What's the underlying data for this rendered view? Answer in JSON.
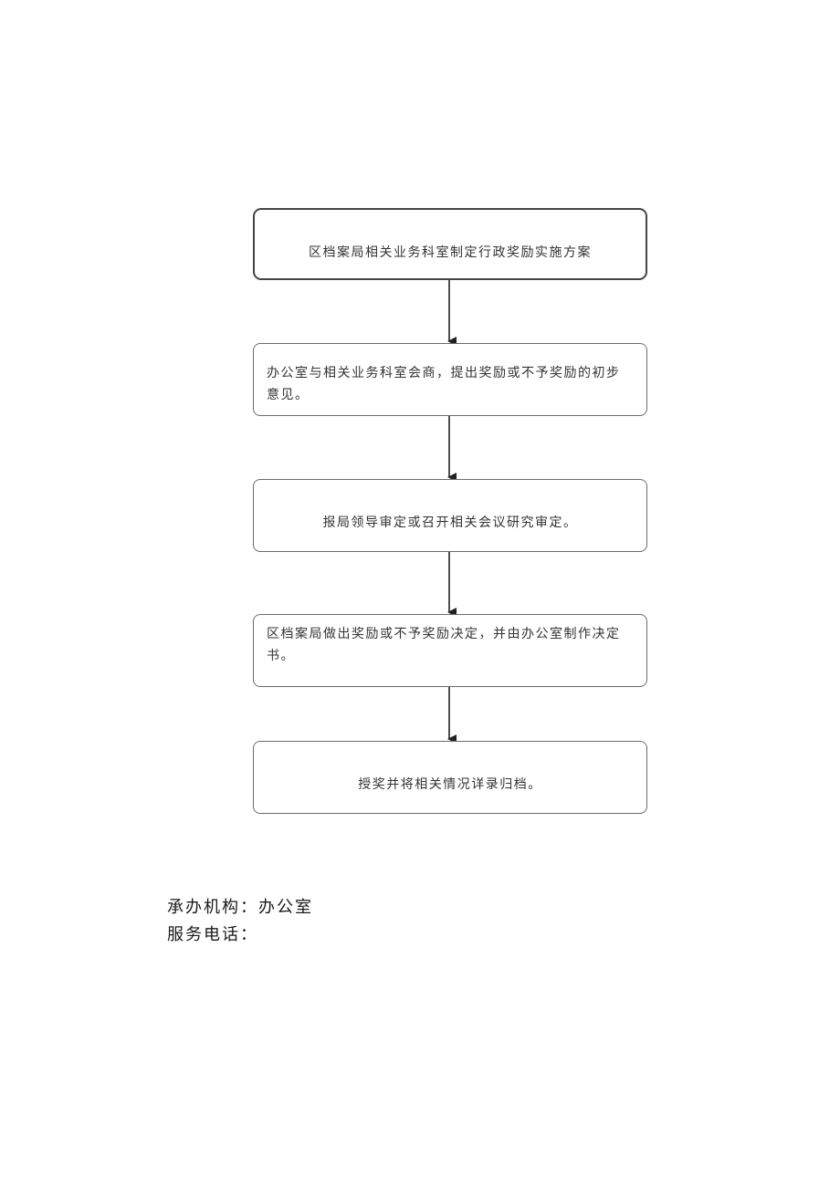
{
  "flowchart": {
    "steps": [
      {
        "text": "区档案局相关业务科室制定行政奖励实施方案"
      },
      {
        "text": "办公室与相关业务科室会商，提出奖励或不予奖励的初步意见。"
      },
      {
        "text": "报局领导审定或召开相关会议研究审定。"
      },
      {
        "text": "区档案局做出奖励或不予奖励决定，并由办公室制作决定书。"
      },
      {
        "text": "授奖并将相关情况详录归档。"
      }
    ]
  },
  "footer": {
    "organization_label": "承办机构：",
    "organization_value": "办公室",
    "phone_label": "服务电话："
  }
}
